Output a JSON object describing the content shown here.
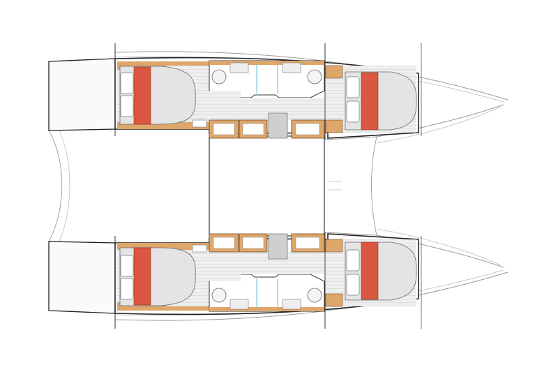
{
  "diagram": {
    "type": "catamaran deck layout plan",
    "colors": {
      "hull_line": "#222222",
      "thin_line": "#9a9a9a",
      "wood": "#dfa66a",
      "berth": "#e4e4e4",
      "berth_accent": "#d9583f",
      "floor": "#ececec",
      "glass": "#8cc8d8"
    },
    "hulls": [
      "port-hull",
      "starboard-hull"
    ]
  }
}
